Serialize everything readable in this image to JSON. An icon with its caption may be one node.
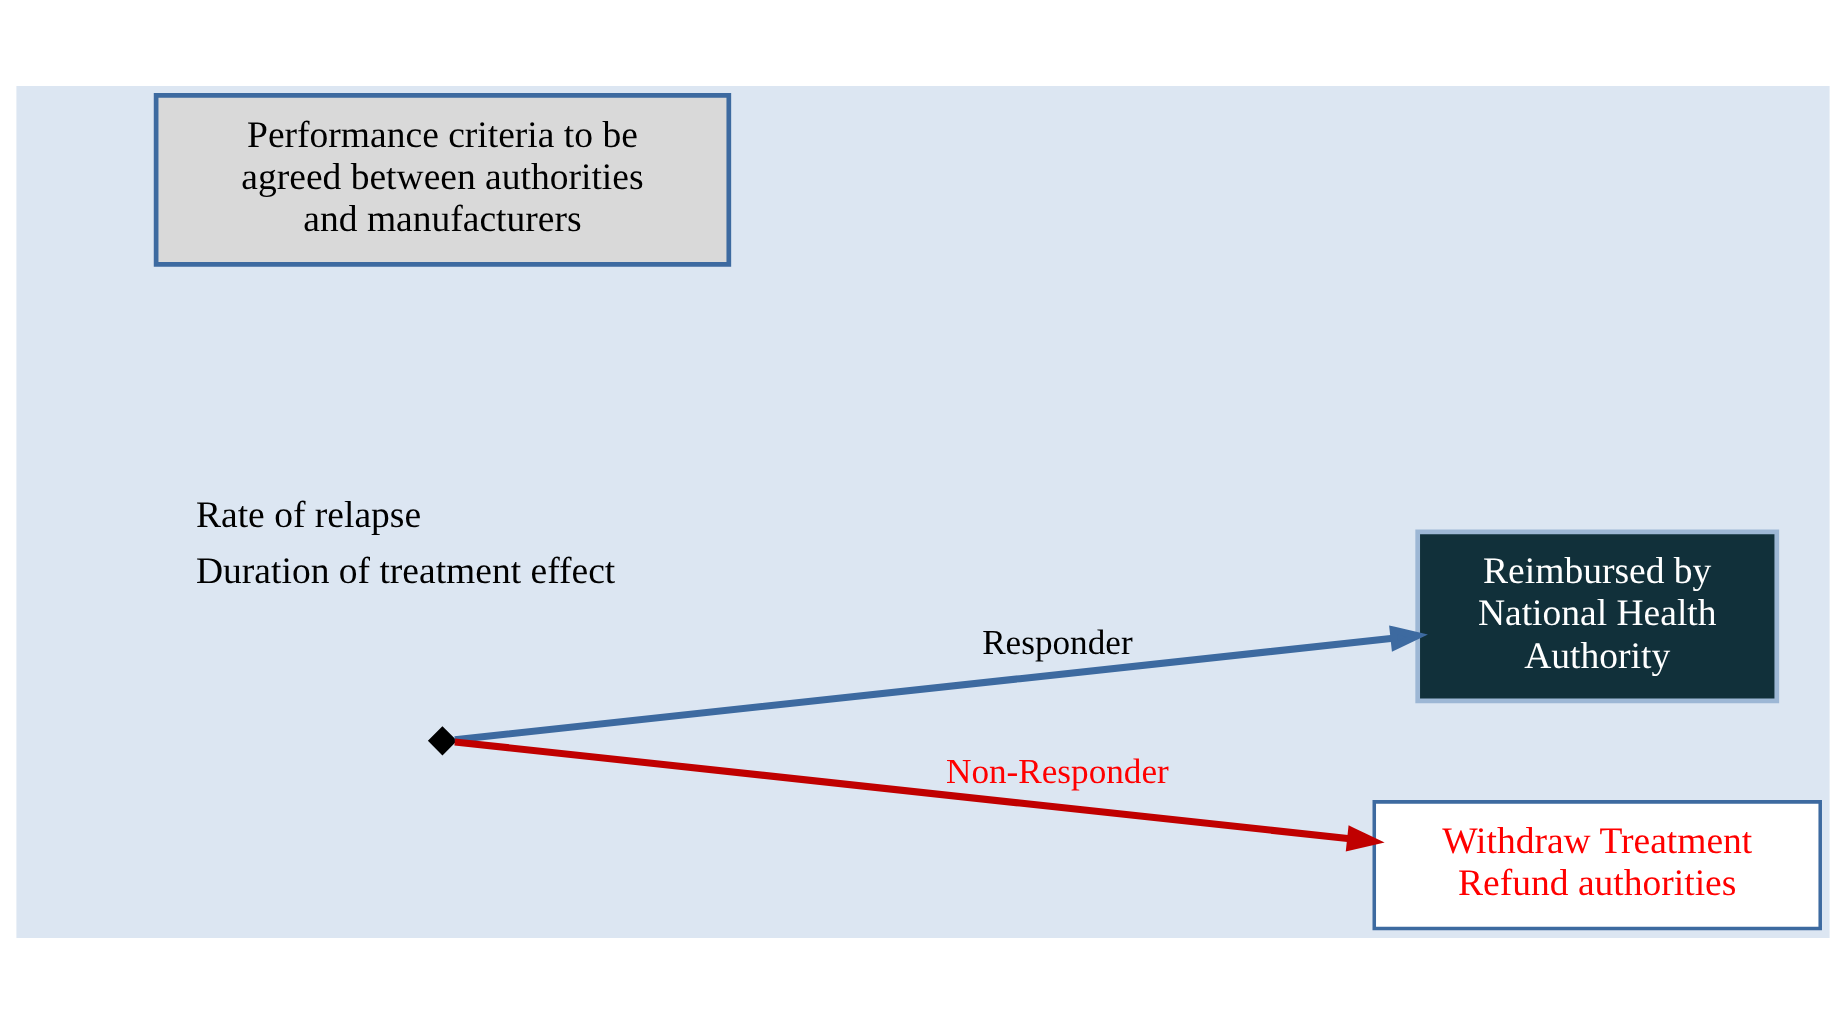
{
  "diagram": {
    "nodes": [
      {
        "text": [
          "Reimbursed by National Health Authority"
        ]
      },
      {
        "text": [
          "Performance criteria to be agreed between authorities and manufacturers"
        ]
      },
      {
        "text": [],
        "shape": "diamond"
      },
      {
        "text": [
          "Withdraw Treatment Refund authorities"
        ]
      }
    ],
    "edges": [
      {
        "from": 2,
        "to": 0,
        "arrow": "to",
        "label": "Responder",
        "color": "#3d6aa0"
      },
      {
        "from": 2,
        "to": 3,
        "arrow": "to",
        "label": "Non-Responder",
        "color": "#c00000"
      }
    ],
    "labels": [
      "Rate of relapse",
      "Duration of treatment effect"
    ]
  }
}
